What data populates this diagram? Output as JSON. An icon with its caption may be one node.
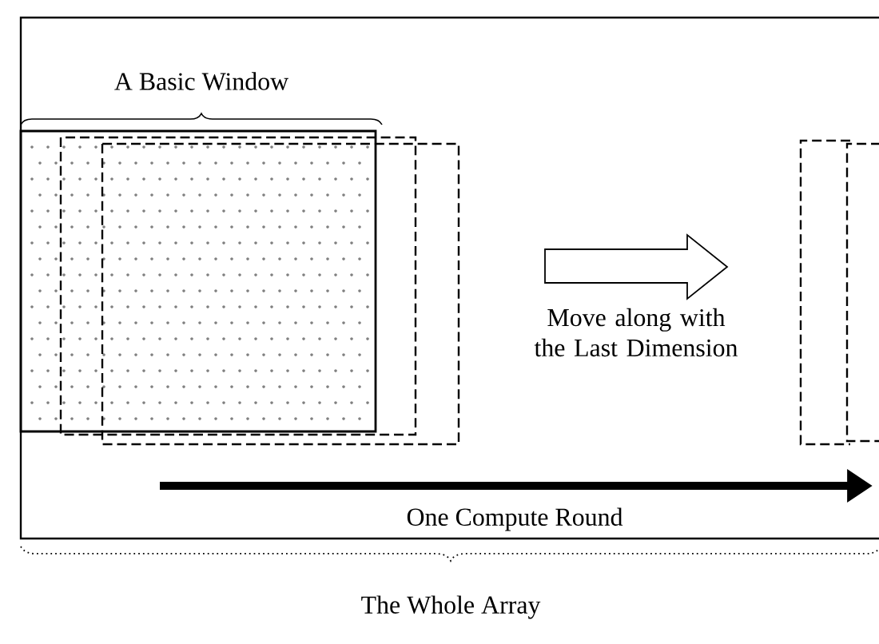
{
  "diagram": {
    "labels": [
      "A Basic Window",
      "Move along with the Last Dimension",
      "One Compute Round",
      "The Whole Array"
    ]
  }
}
